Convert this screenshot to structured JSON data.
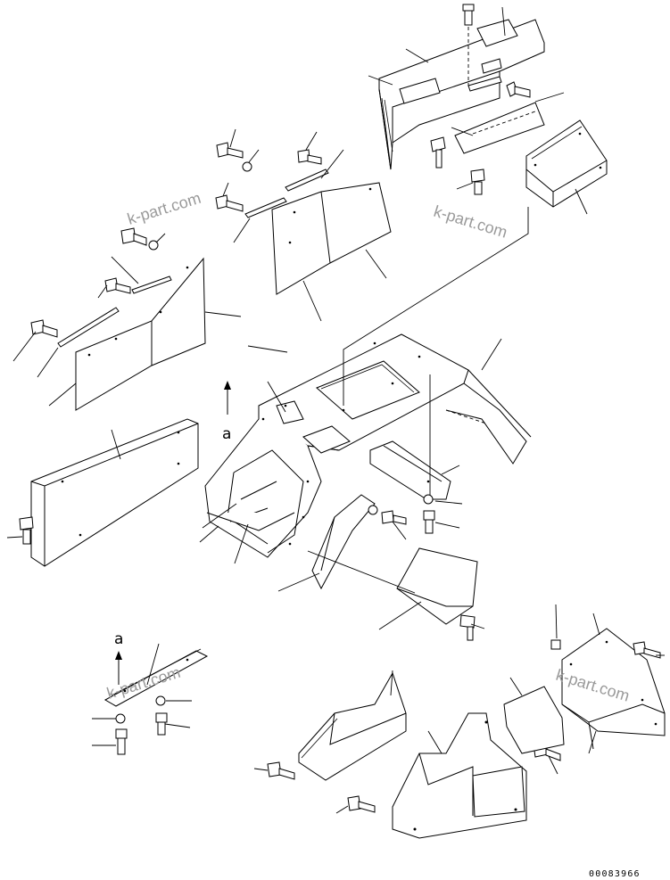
{
  "watermarks": [
    "k-part.com",
    "k-part.com",
    "k-part.com",
    "k-part.com"
  ],
  "view_labels": {
    "upper": "a",
    "lower": "a"
  },
  "drawing_code": "00083966"
}
